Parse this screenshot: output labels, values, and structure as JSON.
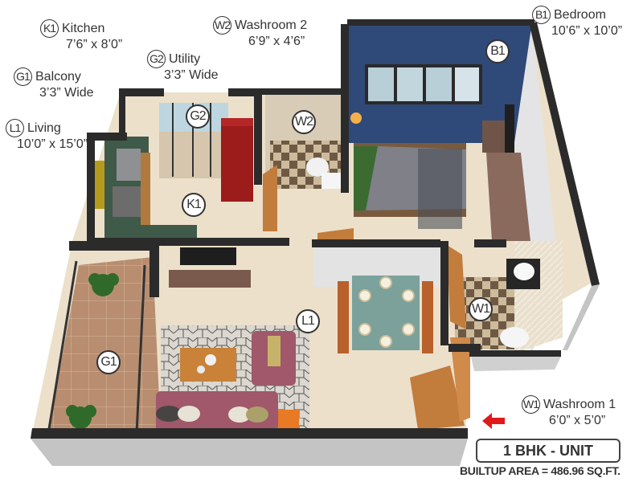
{
  "plan": {
    "unit_label": "1 BHK - UNIT",
    "builtup_area": "BUILTUP AREA = 486.96 SQ.FT.",
    "entrance_arrow_color": "#e01a1a"
  },
  "legend": [
    {
      "code": "K1",
      "name": "Kitchen",
      "size": "7’6” x 8’0”"
    },
    {
      "code": "W2",
      "name": "Washroom 2",
      "size": "6’9” x 4’6”"
    },
    {
      "code": "B1",
      "name": "Bedroom",
      "size": "10’6” x 10’0”"
    },
    {
      "code": "G2",
      "name": "Utility",
      "size": "3’3” Wide"
    },
    {
      "code": "G1",
      "name": "Balcony",
      "size": "3’3” Wide"
    },
    {
      "code": "L1",
      "name": "Living",
      "size": "10’0” x 15’0”"
    },
    {
      "code": "W1",
      "name": "Washroom 1",
      "size": "6’0” x 5’0”"
    }
  ],
  "room_tags": {
    "k1": "K1",
    "w2": "W2",
    "b1": "B1",
    "g2": "G2",
    "g1": "G1",
    "l1": "L1",
    "w1": "W1"
  },
  "colors": {
    "wall_top": "#2b2b2b",
    "wall_side": "#c4c4c4",
    "bedroom_accent_wall": "#2f4a78",
    "floor": "#eadcc4",
    "balcony_floor": "#b98f74",
    "sofa": "#a0586a",
    "kitchen_counter": "#3f5a48",
    "fridge": "#9c1b1b",
    "wood": "#c07a3a"
  }
}
